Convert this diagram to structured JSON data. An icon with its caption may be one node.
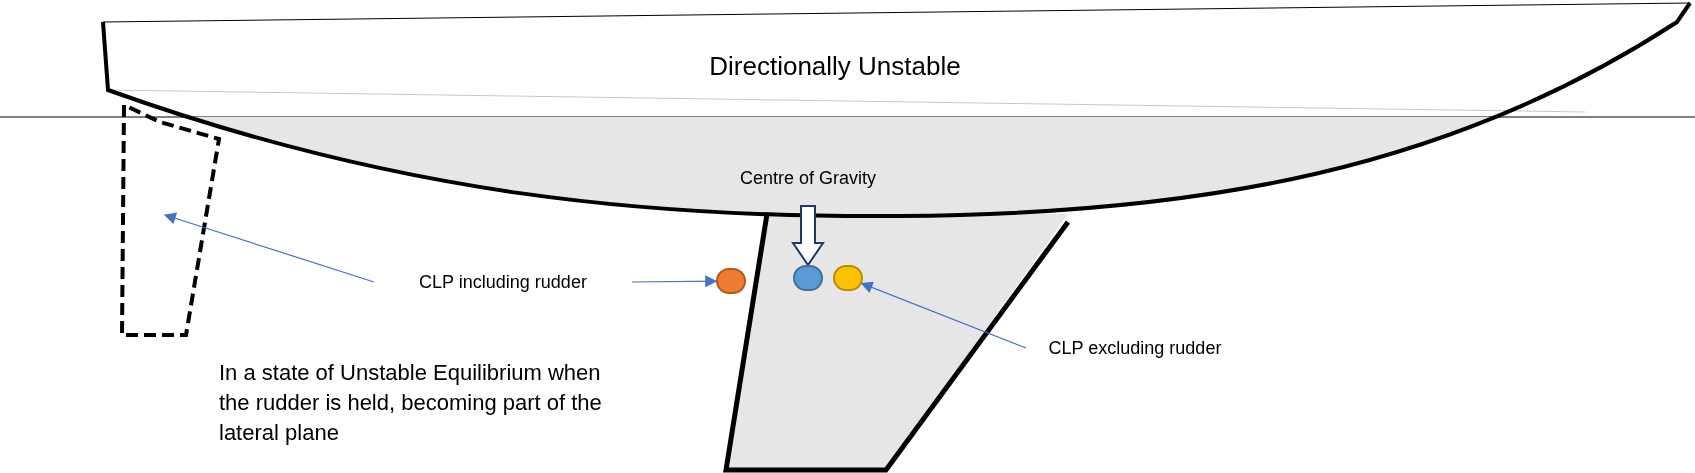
{
  "diagram": {
    "title": "Directionally Unstable",
    "nodes": [
      {
        "text": [
          "Centre of Gravity"
        ]
      },
      {
        "text": [
          "CLP including rudder"
        ]
      },
      {
        "text": [],
        "shape": "circle"
      },
      {
        "text": [],
        "shape": "circle"
      },
      {
        "text": [],
        "shape": "circle"
      },
      {
        "text": [
          "CLP excluding rudder"
        ]
      }
    ],
    "edges": [
      {
        "from": 0,
        "to": 3,
        "arrow": "to",
        "style": "thick",
        "color": "#1f3864"
      },
      {
        "from": 1,
        "to": 2,
        "arrow": "to"
      },
      {
        "from": 1,
        "to": null,
        "arrow": "to"
      },
      {
        "from": 5,
        "to": 4,
        "arrow": "to"
      }
    ],
    "labels": [
      "In a state of Unstable Equilibrium when the rudder is held, becoming part of the lateral plane"
    ]
  }
}
